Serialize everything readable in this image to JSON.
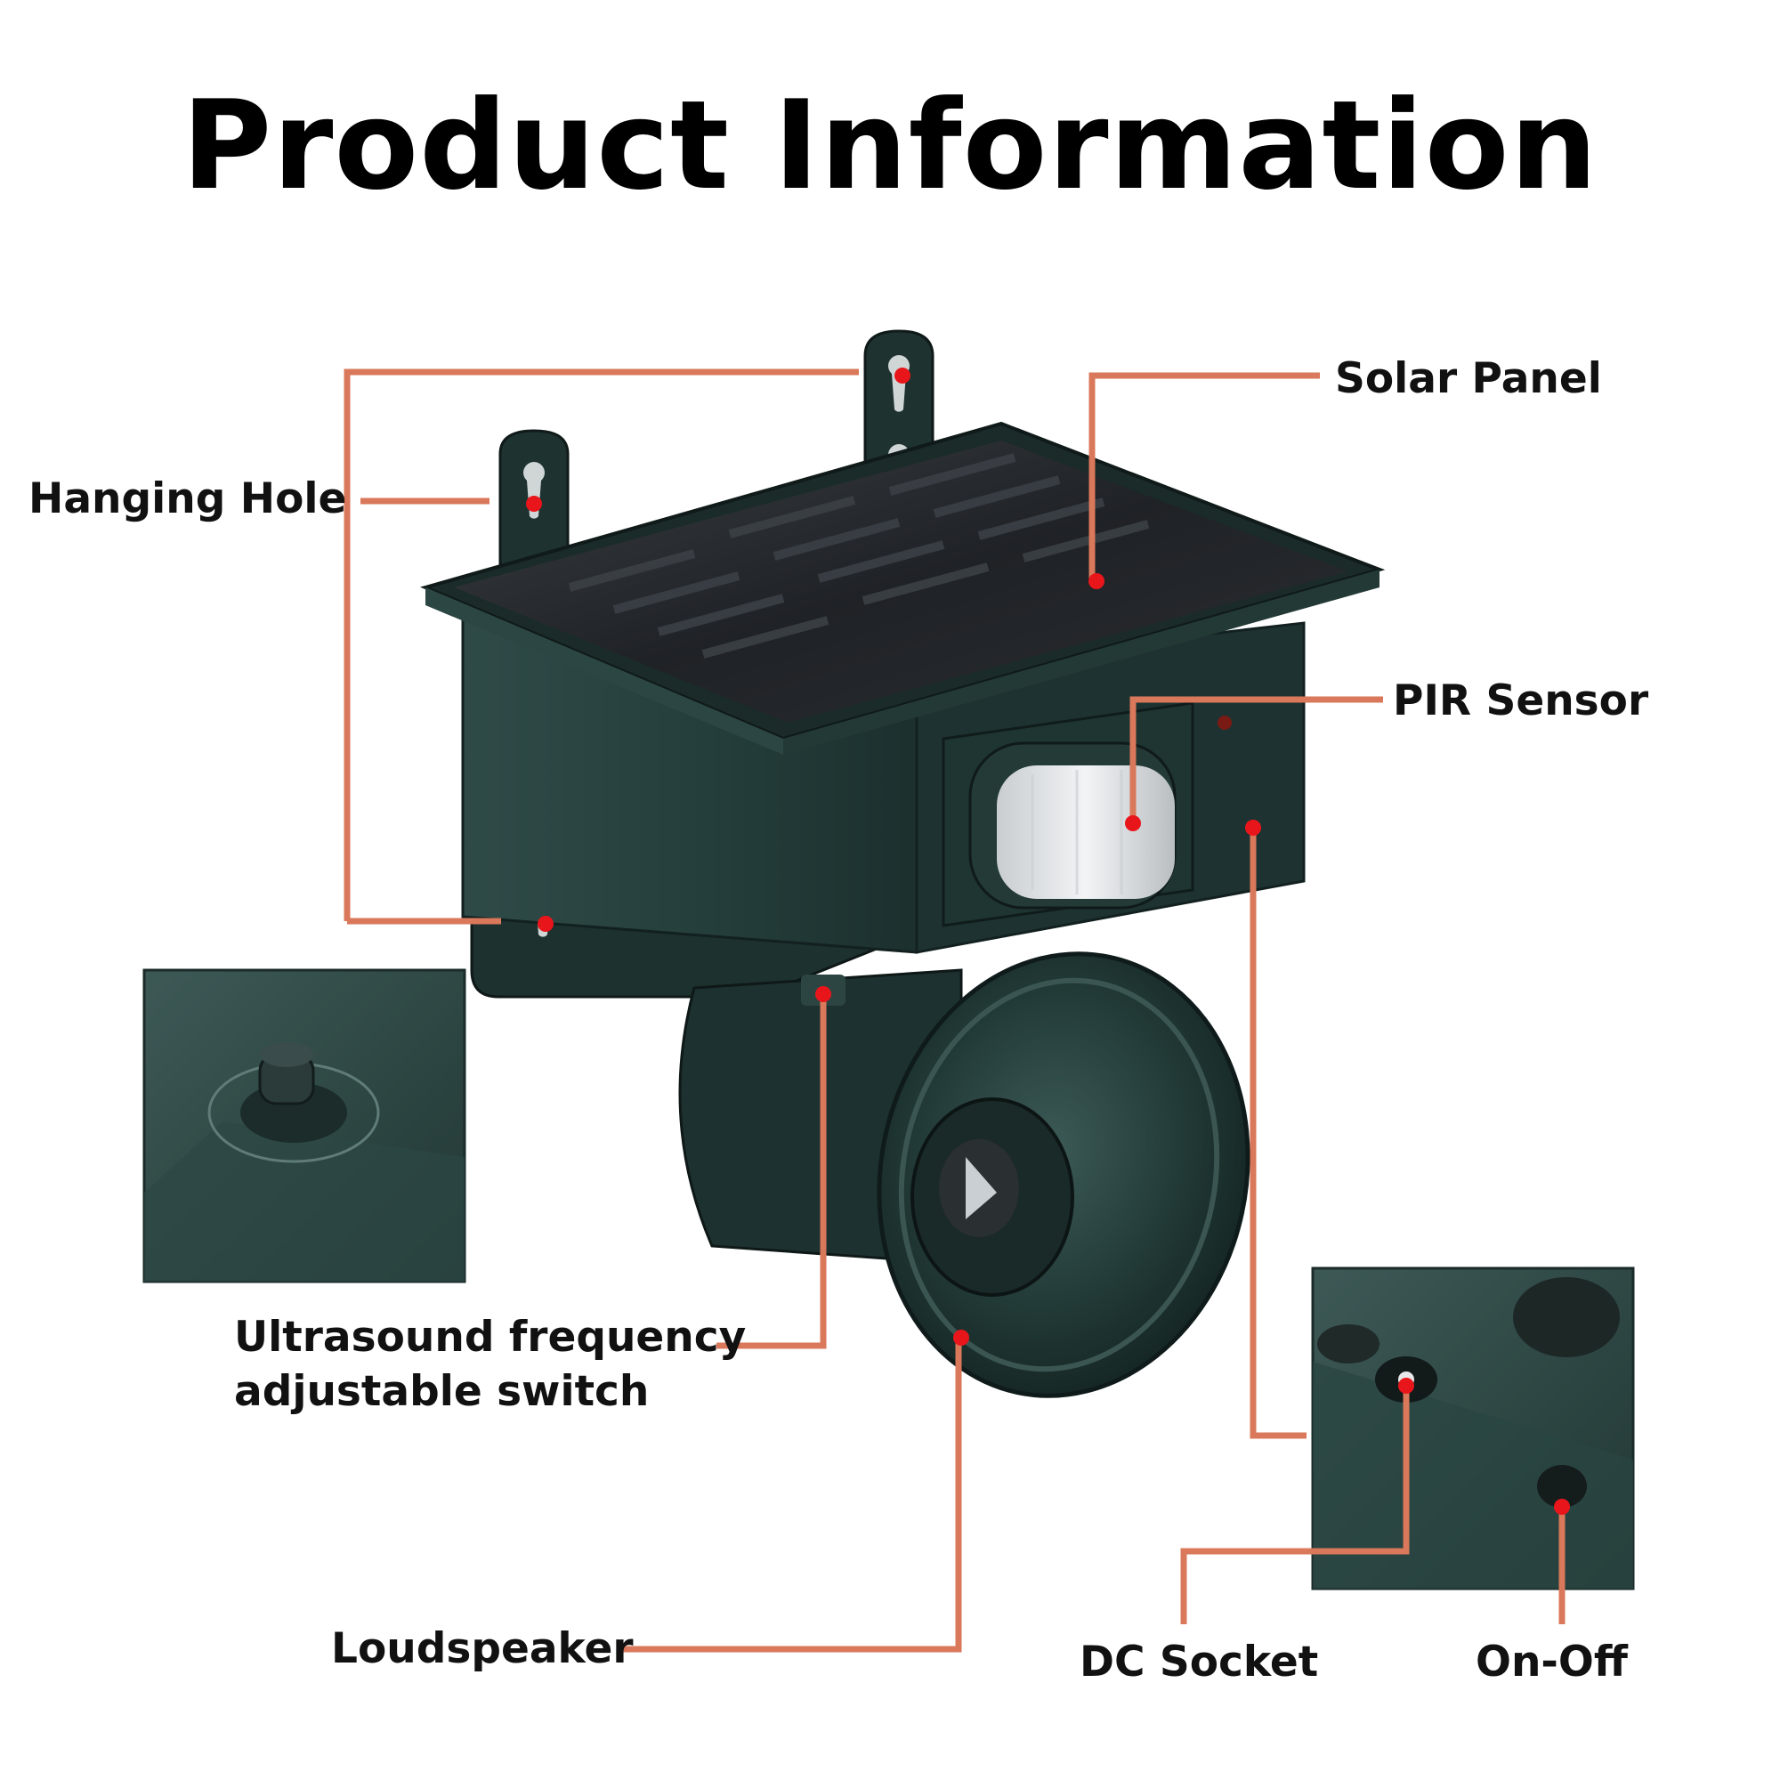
{
  "title": "Product Information",
  "labels": {
    "hanging_hole": "Hanging Hole",
    "solar_panel": "Solar Panel",
    "pir_sensor": "PIR Sensor",
    "ultrasound_line1": "Ultrasound frequency",
    "ultrasound_line2": "adjustable switch",
    "loudspeaker": "Loudspeaker",
    "dc_socket": "DC Socket",
    "on_off": "On-Off"
  },
  "colors": {
    "leader_line": "#d9785a",
    "marker_dot": "#e8161b",
    "device_body": "#26403d",
    "device_dark": "#172725",
    "solar_panel": "#1a1c1e"
  }
}
